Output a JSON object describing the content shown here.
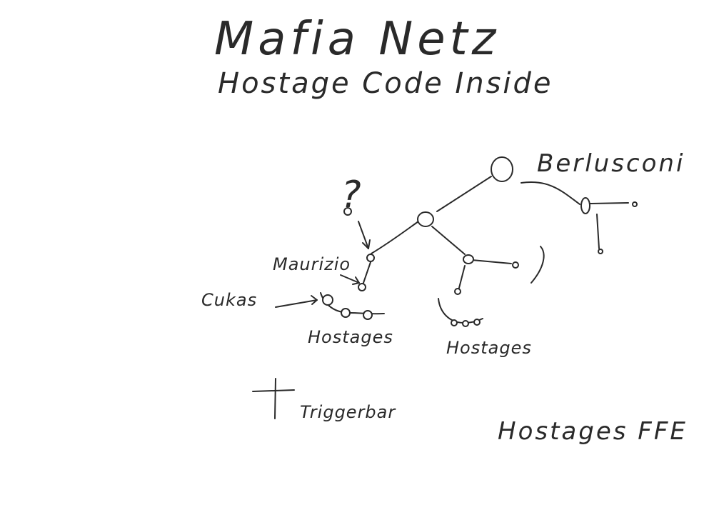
{
  "title": "Mafia Netz",
  "subtitle": "Hostage Code Inside",
  "labels": {
    "question": "?",
    "berlusconi": "Berlusconi",
    "maurizio": "Maurizio",
    "cukas": "Cukas",
    "hostages_left": "Hostages",
    "hostages_mid": "Hostages",
    "triggerbar": "Triggerbar",
    "hostages_ffe": "Hostages FFE"
  }
}
